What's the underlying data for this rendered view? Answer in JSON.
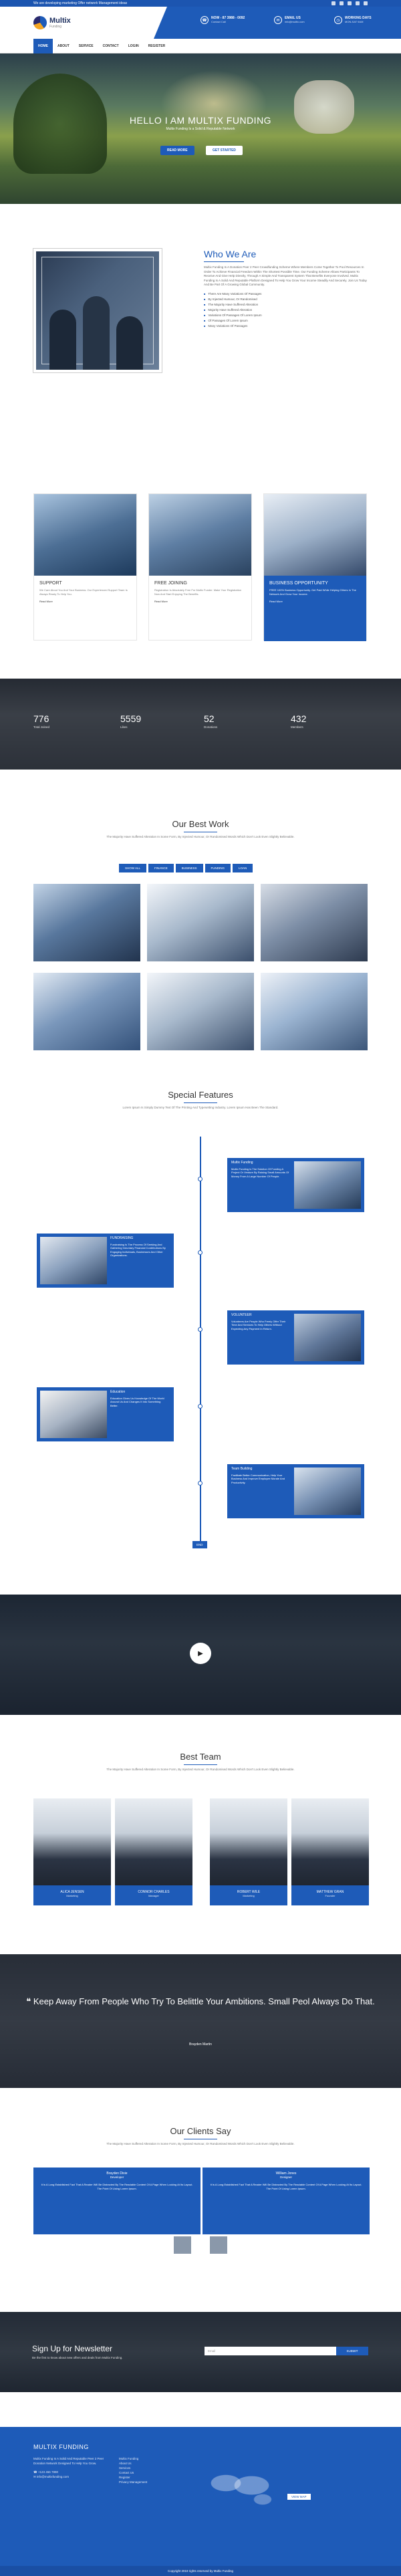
{
  "topbar": {
    "text": "We are developing marketing Offer network Management ideas"
  },
  "header": {
    "logo_name": "Multix",
    "logo_sub": "Funding",
    "contacts": [
      {
        "icon": "phone-icon",
        "line1": "NOW - 87 3988 - 0092",
        "line2": "Contact Call"
      },
      {
        "icon": "mail-icon",
        "line1": "EMAIL US",
        "line2": "info@multix.com"
      },
      {
        "icon": "clock-icon",
        "line1": "WORKING DAYS",
        "line2": "MON-SAT 9AM"
      }
    ]
  },
  "nav": [
    "HOME",
    "ABOUT",
    "SERVICE",
    "CONTACT",
    "LOGIN",
    "REGISTER"
  ],
  "hero": {
    "title": "HELLO I AM MULTIX FUNDING",
    "subtitle": "Multix Funding Is a Solid & Reputable Network",
    "btn1": "READ MORE",
    "btn2": "GET STARTED"
  },
  "about": {
    "title": "Who We Are",
    "text": "Multix Funding Is A Donation Peer 2 Peer Crowdfunding Scheme Where Members Come Together To Pool Resources In Order To Achieve Financial Freedom Within The Shortest Possible Time. Our Funding Scheme Allows Participants To Receive And Give Help Directly, Through A Simple And Transparent System That Benefits Everyone Involved. Multix Funding Is A Solid And Reputable Platform Designed To Help You Grow Your Income Steadily And Securely. Join Us Today And Be Part Of A Growing Global Community.",
    "list": [
      "There Are Many Variations Of Passages",
      "By Injected Humour, Or Randomised",
      "The Majority Have Suffered Alteration",
      "Majority Have Suffered Alteration",
      "Variations Of Passages Of Lorem Ipsum",
      "Of Passages Of Lorem Ipsum",
      "Many Variations Of Passages"
    ]
  },
  "services": [
    {
      "title": "SUPPORT",
      "text": "We Care About You And Your Business. Our Experienced Support Team Is Always Ready To Help You.",
      "more": "Read More"
    },
    {
      "title": "FREE JOINING",
      "text": "Registration Is Absolutely Free For Multix Funder. Make Your Registration Now And Start Enjoying The Benefits.",
      "more": "Read More"
    },
    {
      "title": "BUSINESS OPPORTUNITY",
      "text": "FREE 100% Business Opportunity. Get Paid While Helping Others In The Network And Grow Your Income.",
      "more": "Read More"
    }
  ],
  "stats": [
    {
      "n": "776",
      "l": "Total Joined"
    },
    {
      "n": "5559",
      "l": "Likes"
    },
    {
      "n": "52",
      "l": "Donations"
    },
    {
      "n": "432",
      "l": "Members"
    }
  ],
  "work": {
    "title": "Our Best Work",
    "text": "The Majority Have Suffered Alteration In Some Form, By Injected Humour, Or Randomised Words Which Don't Look Even Slightly Believable.",
    "filters": [
      "SHOW ALL",
      "FINANCE",
      "BUSINESS",
      "FUNDING",
      "LOAN"
    ]
  },
  "features": {
    "title": "Special Features",
    "text": "Lorem Ipsum Is Simply Dummy Text Of The Printing And Typesetting Industry. Lorem Ipsum Has Been The Standard.",
    "items": [
      {
        "title": "Multix Funding",
        "text": "Multix Funding Is The Solution Of Funding A Project Or Venture By Raising Small Amounts Of Money From A Large Number Of People."
      },
      {
        "title": "FUNDRAISING",
        "text": "Fundraising Is The Process Of Seeking And Gathering Voluntary Financial Contributions By Engaging Individuals, Businesses And Other Organizations."
      },
      {
        "title": "VOLUNTEER",
        "text": "Volunteers Are People Who Freely Offer Their Time And Services To Help Others Without Expecting Any Payment In Return."
      },
      {
        "title": "Education",
        "text": "Education Gives Us Knowledge Of The World Around Us And Changes It Into Something Better."
      },
      {
        "title": "Team Building",
        "text": "Facilitate Better Communication, Help Your Business And Improve Employee Morale And Productivity."
      }
    ],
    "end": "END"
  },
  "team": {
    "title": "Best Team",
    "text": "The Majority Have Suffered Alteration In Some Form, By Injected Humour, Or Randomised Words Which Don't Look Even Slightly Believable.",
    "members": [
      {
        "name": "ALICA JENSEN",
        "role": "Marketing"
      },
      {
        "name": "CONNOR CHARLES",
        "role": "Manager"
      },
      {
        "name": "ROBERT WILE",
        "role": "Marketing"
      },
      {
        "name": "MATTHEW GRAN",
        "role": "Founder"
      }
    ]
  },
  "quote": {
    "text": "Keep Away From People Who Try To Belittle Your Ambitions. Small Peol Always Do That.",
    "author": "Brayden Martin"
  },
  "clients": {
    "title": "Our Clients Say",
    "text": "The Majority Have Suffered Alteration In Some Form, By Injected Humour, Or Randomised Words Which Don't Look Even Slightly Believable.",
    "items": [
      {
        "name": "Brayden Dixie",
        "role": "Developer",
        "text": "It Is A Long Established Fact That A Reader Will Be Distracted By The Readable Content Of A Page When Looking At Its Layout. The Point Of Using Lorem Ipsum."
      },
      {
        "name": "William Jones",
        "role": "Designer",
        "text": "It Is A Long Established Fact That A Reader Will Be Distracted By The Readable Content Of A Page When Looking At Its Layout. The Point Of Using Lorem Ipsum."
      }
    ]
  },
  "newsletter": {
    "title": "Sign Up for Newsletter",
    "text": "Be the first to know about new offers and deals from Multix Funding.",
    "placeholder": "Email",
    "button": "SUBMIT"
  },
  "footer": {
    "brand": "MULTIX FUNDING",
    "about": "Multix Funding Is A Solid And Reputable Peer 2 Peer Donation Network Designed To Help You Grow.",
    "phone": "+123 456 7890",
    "email": "info@multixfunding.com",
    "links": [
      "Multix Funding",
      "About Us",
      "Services",
      "Contact Us",
      "Register",
      "Privacy Management"
    ],
    "map_btn": "VIEW MAP"
  },
  "copyright": "Copyright 2019 rights reserved by Multix Funding"
}
